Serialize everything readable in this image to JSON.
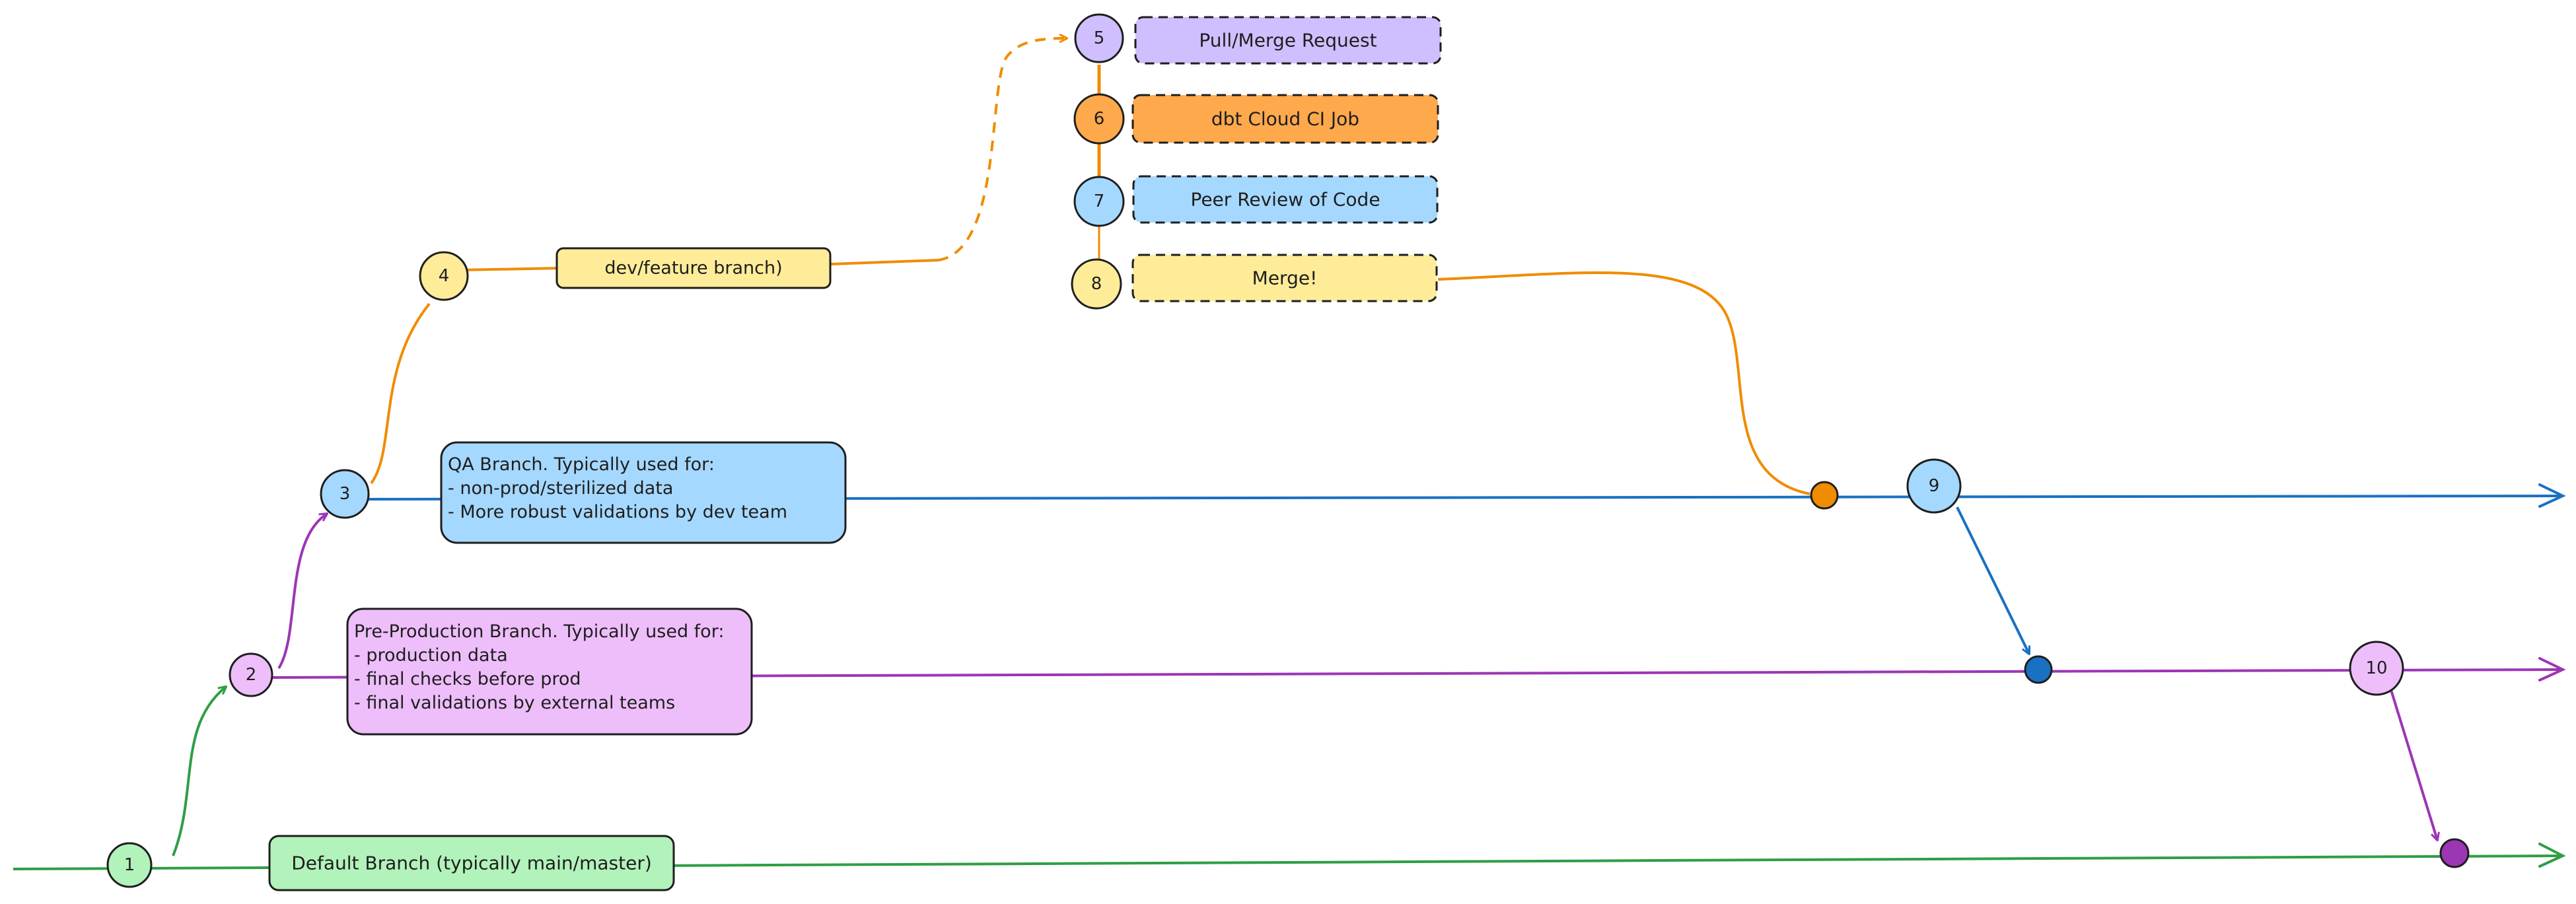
{
  "colors": {
    "default": "#2f9e44",
    "default_fill": "#b2f2bb",
    "preprod": "#9c36b5",
    "preprod_fill": "#eebefa",
    "qa": "#1971c2",
    "qa_fill": "#a5d8ff",
    "dev": "#f08c00",
    "dev_fill": "#ffec99",
    "pr_fill": "#d0bfff",
    "ci_fill": "#ffa94d",
    "review_fill": "#a5d8ff",
    "merge_fill": "#ffec99",
    "ink": "#1e1e1e"
  },
  "nodes": {
    "n1": "1",
    "n2": "2",
    "n3": "3",
    "n4": "4",
    "n5": "5",
    "n6": "6",
    "n7": "7",
    "n8": "8",
    "n9": "9",
    "n10": "10"
  },
  "labels": {
    "default_branch": "Default Branch (typically main/master)",
    "preprod_title": "Pre-Production Branch. Typically used for:",
    "preprod_item1": "- production data",
    "preprod_item2": "- final checks before prod",
    "preprod_item3": "- final validations by external teams",
    "qa_title": "QA Branch. Typically used for:",
    "qa_item1": "- non-prod/sterilized data",
    "qa_item2": "- More robust validations by dev team",
    "dev_branch": "dev/feature branch)",
    "pull_request": "Pull/Merge Request",
    "ci_job": "dbt Cloud CI Job",
    "peer_review": "Peer Review of Code",
    "merge": "Merge!"
  }
}
